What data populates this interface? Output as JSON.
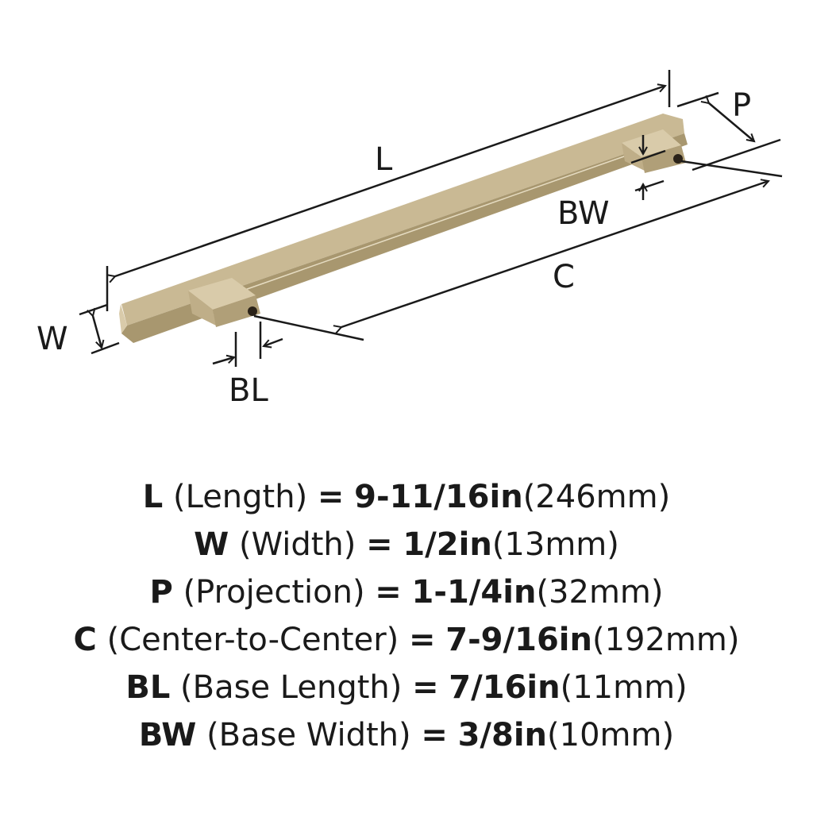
{
  "colors": {
    "finish_top": "#c2b18e",
    "finish_front": "#a8976f",
    "finish_light": "#d9cbaa",
    "line": "#1a1a1a"
  },
  "diagram_labels": {
    "L": "L",
    "P": "P",
    "BW": "BW",
    "C": "C",
    "W": "W",
    "BL": "BL"
  },
  "specs": [
    {
      "code": "L",
      "name": "(Length)",
      "eq": "=",
      "imperial": "9-11/16in",
      "metric": "(246mm)"
    },
    {
      "code": "W",
      "name": "(Width)",
      "eq": "=",
      "imperial": "1/2in",
      "metric": "(13mm)"
    },
    {
      "code": "P",
      "name": "(Projection)",
      "eq": "=",
      "imperial": "1-1/4in",
      "metric": "(32mm)"
    },
    {
      "code": "C",
      "name": "(Center-to-Center)",
      "eq": "=",
      "imperial": "7-9/16in",
      "metric": "(192mm)"
    },
    {
      "code": "BL",
      "name": "(Base Length)",
      "eq": "=",
      "imperial": "7/16in",
      "metric": "(11mm)"
    },
    {
      "code": "BW",
      "name": "(Base Width)",
      "eq": "=",
      "imperial": "3/8in",
      "metric": "(10mm)"
    }
  ]
}
